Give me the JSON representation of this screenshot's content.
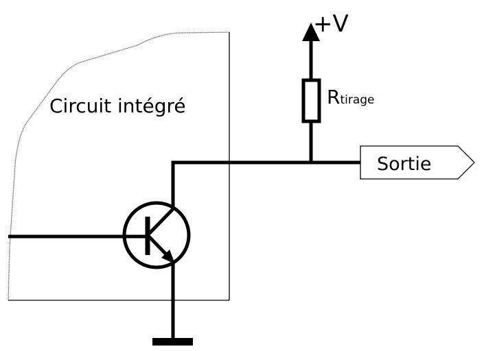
{
  "diagram": {
    "chip_label": "Circuit intégré",
    "supply_label": "+V",
    "resistor_label_main": "R",
    "resistor_label_sub": "tirage",
    "output_label": "Sortie",
    "colors": {
      "line": "#000000",
      "chip_outline": "#555555",
      "background": "#ffffff"
    }
  }
}
